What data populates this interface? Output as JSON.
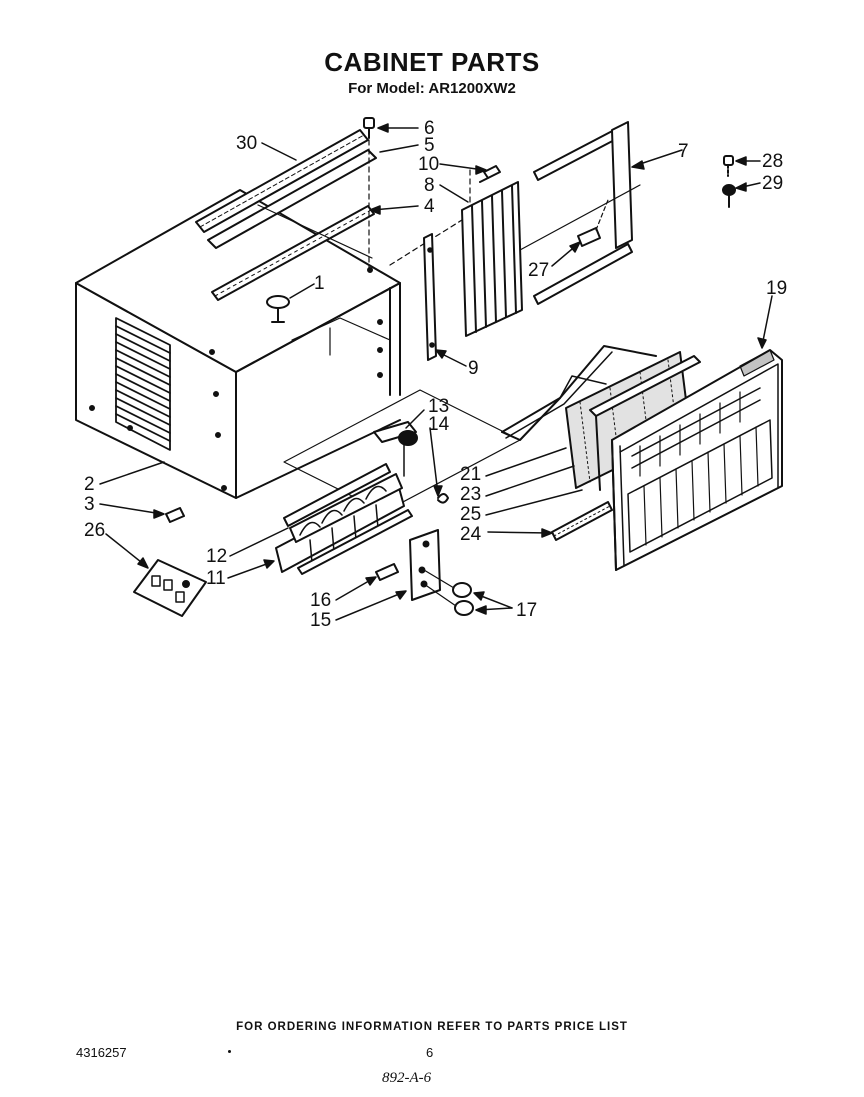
{
  "header": {
    "title": "CABINET PARTS",
    "subtitle": "For Model: AR1200XW2"
  },
  "callouts": [
    {
      "id": "30",
      "label": "30"
    },
    {
      "id": "6",
      "label": "6"
    },
    {
      "id": "5",
      "label": "5"
    },
    {
      "id": "10",
      "label": "10"
    },
    {
      "id": "8",
      "label": "8"
    },
    {
      "id": "4",
      "label": "4"
    },
    {
      "id": "1",
      "label": "1"
    },
    {
      "id": "7",
      "label": "7"
    },
    {
      "id": "28",
      "label": "28"
    },
    {
      "id": "29",
      "label": "29"
    },
    {
      "id": "27",
      "label": "27"
    },
    {
      "id": "9",
      "label": "9"
    },
    {
      "id": "19",
      "label": "19"
    },
    {
      "id": "13",
      "label": "13"
    },
    {
      "id": "14",
      "label": "14"
    },
    {
      "id": "2",
      "label": "2"
    },
    {
      "id": "3",
      "label": "3"
    },
    {
      "id": "26",
      "label": "26"
    },
    {
      "id": "12",
      "label": "12"
    },
    {
      "id": "11",
      "label": "11"
    },
    {
      "id": "21",
      "label": "21"
    },
    {
      "id": "23",
      "label": "23"
    },
    {
      "id": "25",
      "label": "25"
    },
    {
      "id": "24",
      "label": "24"
    },
    {
      "id": "16",
      "label": "16"
    },
    {
      "id": "15",
      "label": "15"
    },
    {
      "id": "17",
      "label": "17"
    }
  ],
  "footer": {
    "note": "FOR ORDERING INFORMATION REFER TO PARTS PRICE LIST",
    "doc_number": "4316257",
    "page_number": "6",
    "handwritten_code": "892-A-6"
  }
}
